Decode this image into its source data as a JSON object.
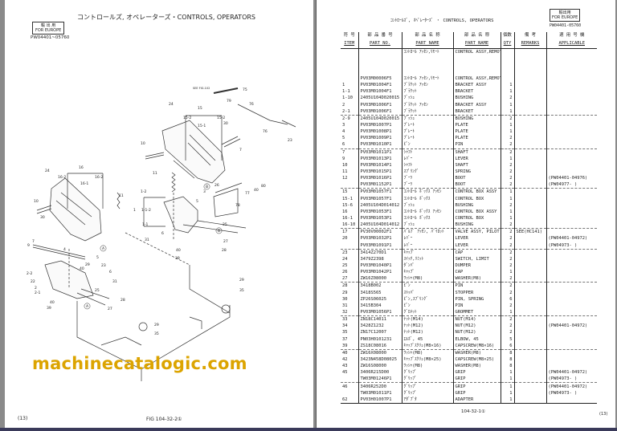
{
  "left_page": {
    "export_box": {
      "line1": "輸 出 用",
      "line2": "FOR EUROPE"
    },
    "serial_range": "PW04401~05760",
    "title": "コントロールズ, オペレーターズ・CONTROLS, OPERATORS",
    "page_number": "(13)",
    "figure_label": "FIG 104-32-2①",
    "callouts": [
      "SEE FIG.102",
      "75",
      "79",
      "76",
      "24",
      "15",
      "15-2",
      "15-1",
      "15-2",
      "30",
      "76",
      "23",
      "10",
      "7",
      "11",
      "16",
      "16-2",
      "16-1",
      "16-2",
      "24",
      "11",
      "10",
      "80",
      "40",
      "77",
      "26",
      "3",
      "5",
      "78",
      "1-2",
      "1",
      "1-1-2",
      "1-1",
      "25",
      "30",
      "7",
      "9",
      "4",
      "31",
      "6",
      "27",
      "28",
      "5",
      "23",
      "39",
      "40",
      "29",
      "40",
      "6",
      "2-2",
      "22",
      "2",
      "2-1",
      "31",
      "29",
      "35",
      "25",
      "40",
      "39",
      "28",
      "27",
      "29",
      "35",
      "A",
      "A",
      "B",
      "B"
    ]
  },
  "watermark": "machinecatalogic.com",
  "right_page": {
    "title": "ｺﾝﾄﾛｰﾙｽﾞ, ｵﾍﾟﾚｰﾀｰｽﾞ ・ CONTROLS, OPERATORS",
    "export_box": {
      "line1": "輸出用",
      "line2": "FOR EUROPE"
    },
    "serial_range": "PW04401-05760",
    "columns": [
      {
        "jp": "符 号",
        "en": "ITEM"
      },
      {
        "jp": "部 品 番 号",
        "en": "PART NO."
      },
      {
        "jp": "部 品 名 称",
        "en": "PART NAME"
      },
      {
        "jp": "部 品 名 称",
        "en": "PART NAME"
      },
      {
        "jp": "個数",
        "en": "QTY"
      },
      {
        "jp": "備 考",
        "en": "REMARKS"
      },
      {
        "jp": "適 用 号 機",
        "en": "APPLICABLE"
      }
    ],
    "rows": [
      [
        "",
        "",
        "ｺﾝﾄﾛｰﾙ ｱｯｾﾝ,ﾘﾓｰﾄ",
        "CONTROL ASSY,REMOTE",
        "",
        "",
        ""
      ],
      [
        "",
        "PV03M00006F5",
        "ｺﾝﾄﾛｰﾙ ｱｯｾﾝ,ﾘﾓｰﾄ",
        "CONTROL ASSY,REMOTE",
        "",
        "",
        ""
      ],
      [
        "1",
        "PV03M01004F1",
        "ﾌﾞﾗｹｯﾄ ｱｯｾﾝ",
        "BRACKET ASSY",
        "1",
        "",
        ""
      ],
      [
        "1-1",
        "PV03M01004F1",
        "ﾌﾞﾗｹｯﾄ",
        "BRACKET",
        "1",
        "",
        ""
      ],
      [
        "1-10",
        "2405U104D020015",
        "ﾌﾞｯｼｭ",
        "BUSHING",
        "2",
        "",
        ""
      ],
      [
        "2",
        "PV03M01006F1",
        "ﾌﾞﾗｹｯﾄ ｱｯｾﾝ",
        "BRACKET ASSY",
        "1",
        "",
        ""
      ],
      [
        "2-1",
        "PV03M01006F1",
        "ﾌﾞﾗｹｯﾄ",
        "BRACKET",
        "1",
        "",
        ""
      ],
      [
        "2-9",
        "2405U104D020015",
        "ﾌﾞｯｼｭ",
        "BUSHING",
        "2",
        "",
        ""
      ],
      [
        "3",
        "PV03M01007P1",
        "ﾌﾟﾚｰﾄ",
        "PLATE",
        "1",
        "",
        ""
      ],
      [
        "4",
        "PV03M01008P1",
        "ﾌﾟﾚｰﾄ",
        "PLATE",
        "1",
        "",
        ""
      ],
      [
        "5",
        "PV03M01009P1",
        "ﾌﾟﾚｰﾄ",
        "PLATE",
        "2",
        "",
        ""
      ],
      [
        "6",
        "PV03M01010P1",
        "ﾋﾟﾝ",
        "PIN",
        "2",
        "",
        ""
      ],
      [
        "7",
        "PV03M01011P1",
        "ｼｬﾌﾄ",
        "SHAFT",
        "2",
        "",
        ""
      ],
      [
        "9",
        "PV03M01013P1",
        "ﾚﾊﾞｰ",
        "LEVER",
        "1",
        "",
        ""
      ],
      [
        "10",
        "PV03M01014P1",
        "ｼｬﾌﾄ",
        "SHAFT",
        "2",
        "",
        ""
      ],
      [
        "11",
        "PV03M01015P1",
        "ｽﾌﾟﾘﾝｸﾞ",
        "SPRING",
        "2",
        "",
        ""
      ],
      [
        "12",
        "PV03M01016P1",
        "ﾌﾞｰﾂ",
        "BOOT",
        "2",
        "",
        "(PW04401-04976)"
      ],
      [
        "",
        "PV03M01152P1",
        "ﾌﾞｰﾂ",
        "BOOT",
        "2",
        "",
        "(PW04977-     )"
      ],
      [
        "15",
        "PV03M01057F1",
        "ｺﾝﾄﾛｰﾙ ﾎﾞｯｸｽ ｱｯｾﾝ",
        "CONTROL BOX ASSY",
        "1",
        "",
        ""
      ],
      [
        "15-1",
        "PV03M01057F1",
        "ｺﾝﾄﾛｰﾙ ﾎﾞｯｸｽ",
        "CONTROL BOX",
        "1",
        "",
        ""
      ],
      [
        "15-6",
        "2405U104D014012",
        "ﾌﾞｯｼｭ",
        "BUSHING",
        "2",
        "",
        ""
      ],
      [
        "16",
        "PV03M01053F1",
        "ｺﾝﾄﾛｰﾙ ﾎﾞｯｸｽ ｱｯｾﾝ",
        "CONTROL BOX ASSY",
        "1",
        "",
        ""
      ],
      [
        "16-1",
        "PV03M01053P1",
        "ｺﾝﾄﾛｰﾙ ﾎﾞｯｸｽ",
        "CONTROL BOX",
        "1",
        "",
        ""
      ],
      [
        "16-10",
        "2405U104D014012",
        "ﾌﾞｯｼｭ",
        "BUSHING",
        "2",
        "",
        ""
      ],
      [
        "17",
        "PV30V00002F1",
        "ﾊﾞﾙﾌﾞ ｱｯｾﾝ, ﾊﾟｲﾛｯﾄ",
        "VALVE ASSY, PILOT",
        "2",
        "SEE(HC141)",
        ""
      ],
      [
        "20",
        "PV03M01032P1",
        "ﾚﾊﾞｰ",
        "LEVER",
        "2",
        "",
        "(PW04401-04972)"
      ],
      [
        "",
        "PV03M01091P1",
        "ﾚﾊﾞｰ",
        "LEVER",
        "2",
        "",
        "(PW04973-     )"
      ],
      [
        "23",
        "3414Z270D1",
        "ｷｬｯﾌﾟ",
        "CAP",
        "2",
        "",
        ""
      ],
      [
        "24",
        "3479Z2398",
        "ｽｲｯﾁ,ﾘﾐｯﾄ",
        "SWITCH, LIMIT",
        "2",
        "",
        ""
      ],
      [
        "25",
        "PV03M01040P1",
        "ﾀﾞﾝﾊﾟ",
        "DUMPER",
        "2",
        "",
        ""
      ],
      [
        "26",
        "PV03M01042P1",
        "ｷｬｯﾌﾟ",
        "CAP",
        "1",
        "",
        ""
      ],
      [
        "27",
        "ZW16Z08000",
        "ﾜｯｼｬ(M8)",
        "WASHER(M8)",
        "2",
        "",
        ""
      ],
      [
        "28",
        "3418B002",
        "ﾋﾟﾝ",
        "PIN",
        "2",
        "",
        ""
      ],
      [
        "29",
        "3418S565",
        "ｽﾄｯﾊﾟ",
        "STOPPER",
        "2",
        "",
        ""
      ],
      [
        "30",
        "ZP26S06025",
        "ﾋﾟﾝ,ｽﾌﾟﾘﾝｸﾞ",
        "PIN, SPRING",
        "6",
        "",
        ""
      ],
      [
        "31",
        "3415B304",
        "ﾋﾟﾝ",
        "PIN",
        "2",
        "",
        ""
      ],
      [
        "32",
        "PV03M01056P1",
        "ｸﾞﾛﾒｯﾄ",
        "GROMMET",
        "1",
        "",
        ""
      ],
      [
        "33",
        "ZN18C14011",
        "ﾅｯﾄ(M14)",
        "NUT(M14)",
        "2",
        "",
        ""
      ],
      [
        "34",
        "3428Z1232",
        "ﾅｯﾄ(M12)",
        "NUT(M12)",
        "2",
        "",
        "(PW04401-04972)"
      ],
      [
        "35",
        "ZN17C12007",
        "ﾅｯﾄ(M12)",
        "NUT(M12)",
        "2",
        "",
        ""
      ],
      [
        "37",
        "PN03H0101231",
        "ｴﾙﾎﾞ, 45",
        "ELBOW, 45",
        "5",
        "",
        ""
      ],
      [
        "39",
        "ZS18C08016",
        "ｷｬｯﾌﾟｽｸﾘｭ(M8×16)",
        "CAPSCREW(M8×16)",
        "6",
        "",
        ""
      ],
      [
        "40",
        "ZW16X08000",
        "ﾜｯｼｬ(M8)",
        "WASHER(M8)",
        "8",
        "",
        ""
      ],
      [
        "42",
        "3423N458D08025",
        "ｷｬｯﾌﾟｽｸﾘｭ(M8×25)",
        "CAPSCREW(M8×25)",
        "8",
        "",
        ""
      ],
      [
        "43",
        "ZW16S08000",
        "ﾜｯｼｬ(M8)",
        "WASHER(M8)",
        "8",
        "",
        ""
      ],
      [
        "45",
        "3406R215D00",
        "ｸﾞﾘｯﾌﾟ",
        "GRIP",
        "1",
        "",
        "(PW04401-04972)"
      ],
      [
        "",
        "TW03M01246P1",
        "ｸﾞﾘｯﾌﾟ",
        "GRIP",
        "1",
        "",
        "(PW04973-     )"
      ],
      [
        "46",
        "3406R252D0",
        "ｸﾞﾘｯﾌﾟ",
        "GRIP",
        "1",
        "",
        "(PW04401-04972)"
      ],
      [
        "",
        "TW03M01011P1",
        "ｸﾞﾘｯﾌﾟ",
        "GRIP",
        "1",
        "",
        "(PW04973-     )"
      ],
      [
        "62",
        "PV03H01007P1",
        "ｱﾀﾞﾌﾟﾀ",
        "ADAPTER",
        "1",
        "",
        ""
      ]
    ],
    "figure_ref": "104-32-1①",
    "page_number": "(13)"
  }
}
